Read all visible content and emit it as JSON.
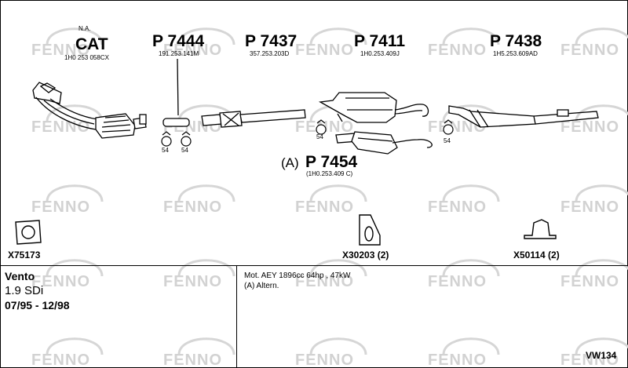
{
  "watermark": "FENNO",
  "colors": {
    "line": "#000000",
    "watermark": "#d2d2d2",
    "background": "#ffffff"
  },
  "parts": [
    {
      "code": "CAT",
      "prefix": "N.A.",
      "number": "1H0 253 058CX"
    },
    {
      "code": "P 7444",
      "number": "191.253.141M"
    },
    {
      "code": "P 7437",
      "number": "357.253.203D"
    },
    {
      "code": "P 7411",
      "number": "1H0.253.409J"
    },
    {
      "code": "P 7438",
      "number": "1H5.253.609AD"
    },
    {
      "code": "P 7454",
      "prefix": "(A)",
      "number": "(1H0.253.409 C)"
    }
  ],
  "clamp_labels": [
    "54",
    "54",
    "54",
    "54"
  ],
  "accessories": [
    {
      "code": "X75173",
      "icon": "gasket-icon"
    },
    {
      "code": "X30203 (2)",
      "icon": "rubber-hanger-icon"
    },
    {
      "code": "X50114 (2)",
      "icon": "bracket-hanger-icon"
    }
  ],
  "vehicle": {
    "model": "Vento",
    "engine": "1.9 SDi",
    "years": "07/95 - 12/98"
  },
  "notes": {
    "engine": "Mot. AEY 1896cc 64hp , 47kW",
    "alt": "(A) Altern."
  },
  "page_code": "VW134"
}
